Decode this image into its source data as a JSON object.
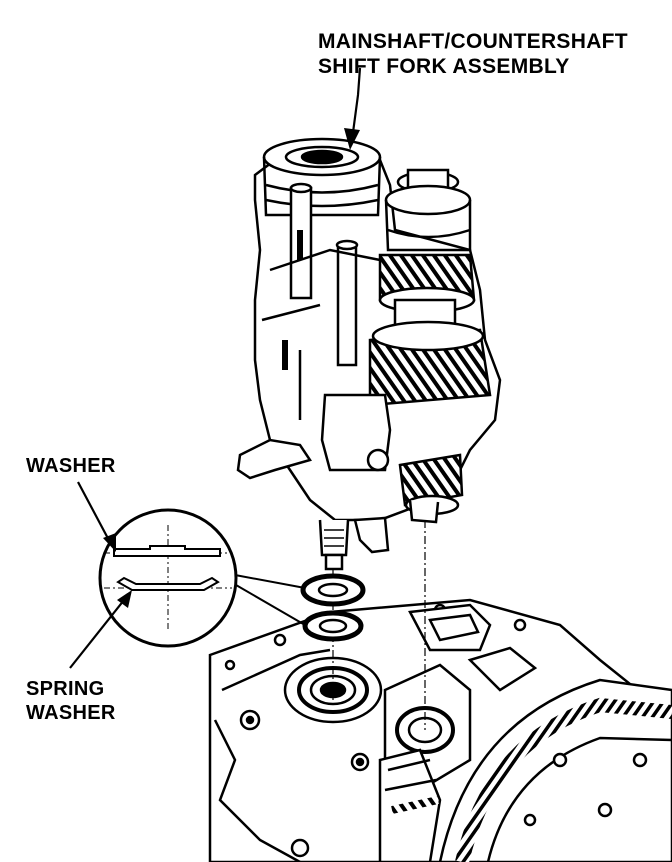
{
  "labels": {
    "assembly": [
      "MAINSHAFT/COUNTERSHAFT",
      "SHIFT FORK ASSEMBLY"
    ],
    "washer": "WASHER",
    "spring_washer": [
      "SPRING",
      "WASHER"
    ]
  },
  "colors": {
    "ink": "#000000",
    "paper": "#ffffff"
  }
}
